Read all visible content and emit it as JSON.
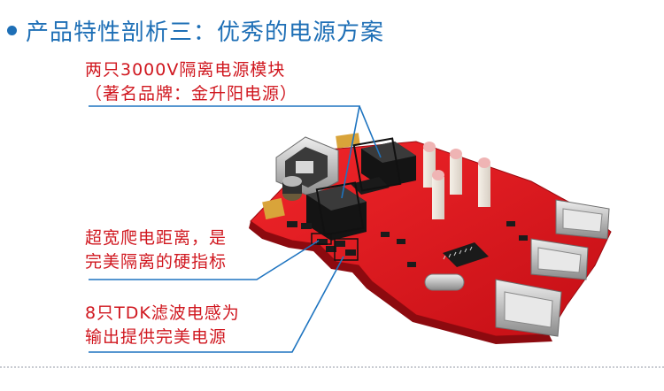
{
  "header": {
    "title": "产品特性剖析三：优秀的电源方案"
  },
  "callouts": {
    "isolated_power": {
      "line1": "两只3000V隔离电源模块",
      "line2": "（著名品牌：金升阳电源）"
    },
    "creepage": {
      "line1": "超宽爬电距离，是",
      "line2": "完美隔离的硬指标"
    },
    "tdk_filter": {
      "line1": "8只TDK滤波电感为",
      "line2": "输出提供完美电源"
    }
  },
  "colors": {
    "title_blue": "#1e6fb6",
    "callout_red": "#d0171f",
    "pcb_red": "#e0131b",
    "leader_blue": "#1e74c0"
  },
  "icons": {
    "bullet": "blue-dot"
  }
}
